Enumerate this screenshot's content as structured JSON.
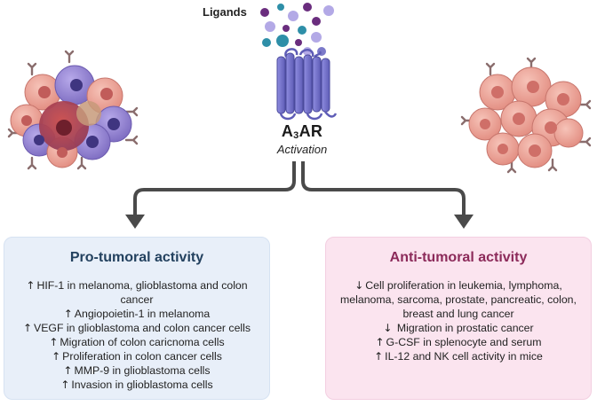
{
  "header": {
    "ligands_label": "Ligands",
    "receptor_base": "A",
    "receptor_sub": "3",
    "receptor_suffix": "AR",
    "receptor_state": "Activation"
  },
  "pro_panel": {
    "title": "Pro-tumoral activity",
    "items": [
      {
        "arrow": "↑",
        "text": "HIF-1 in melanoma, glioblastoma and colon cancer"
      },
      {
        "arrow": "↑",
        "text": "Angiopoietin-1 in melanoma"
      },
      {
        "arrow": "↑",
        "text": "VEGF in glioblastoma and colon cancer cells"
      },
      {
        "arrow": "↑",
        "text": "Migration of colon caricnoma cells"
      },
      {
        "arrow": "↑",
        "text": "Proliferation in colon cancer cells"
      },
      {
        "arrow": "↑",
        "text": "MMP-9 in glioblastoma cells"
      },
      {
        "arrow": "↑",
        "text": "Invasion in glioblastoma cells"
      }
    ]
  },
  "anti_panel": {
    "title": "Anti-tumoral activity",
    "items": [
      {
        "arrow": "↓",
        "text": "Cell proliferation in leukemia, lymphoma, melanoma, sarcoma, prostate, pancreatic, colon, breast and lung cancer"
      },
      {
        "arrow": "↓",
        "text": " Migration in prostatic cancer"
      },
      {
        "arrow": "↑",
        "text": "G-CSF in splenocyte and serum"
      },
      {
        "arrow": "↑",
        "text": "IL-12 and NK cell activity in mice"
      }
    ]
  },
  "colors": {
    "pro_title": "#23415f",
    "anti_title": "#8c2a5a",
    "pro_panel_bg": "#e8eff9",
    "anti_panel_bg": "#fbe4ef",
    "receptor": "#7b79c9",
    "tumor_salmon": "#e9958a",
    "tumor_purple": "#8a7ac4",
    "ligand_purple": "#6a2d7e",
    "ligand_teal": "#2e8fa8",
    "ligand_lilac": "#b3a9e6",
    "arrow": "#4a4a4a"
  },
  "icons": {
    "left_cluster": "tumor-cell-cluster-mixed-icon",
    "right_cluster": "tumor-cell-cluster-icon",
    "receptor": "gpcr-receptor-icon",
    "ligands": "ligand-molecules-icon"
  }
}
